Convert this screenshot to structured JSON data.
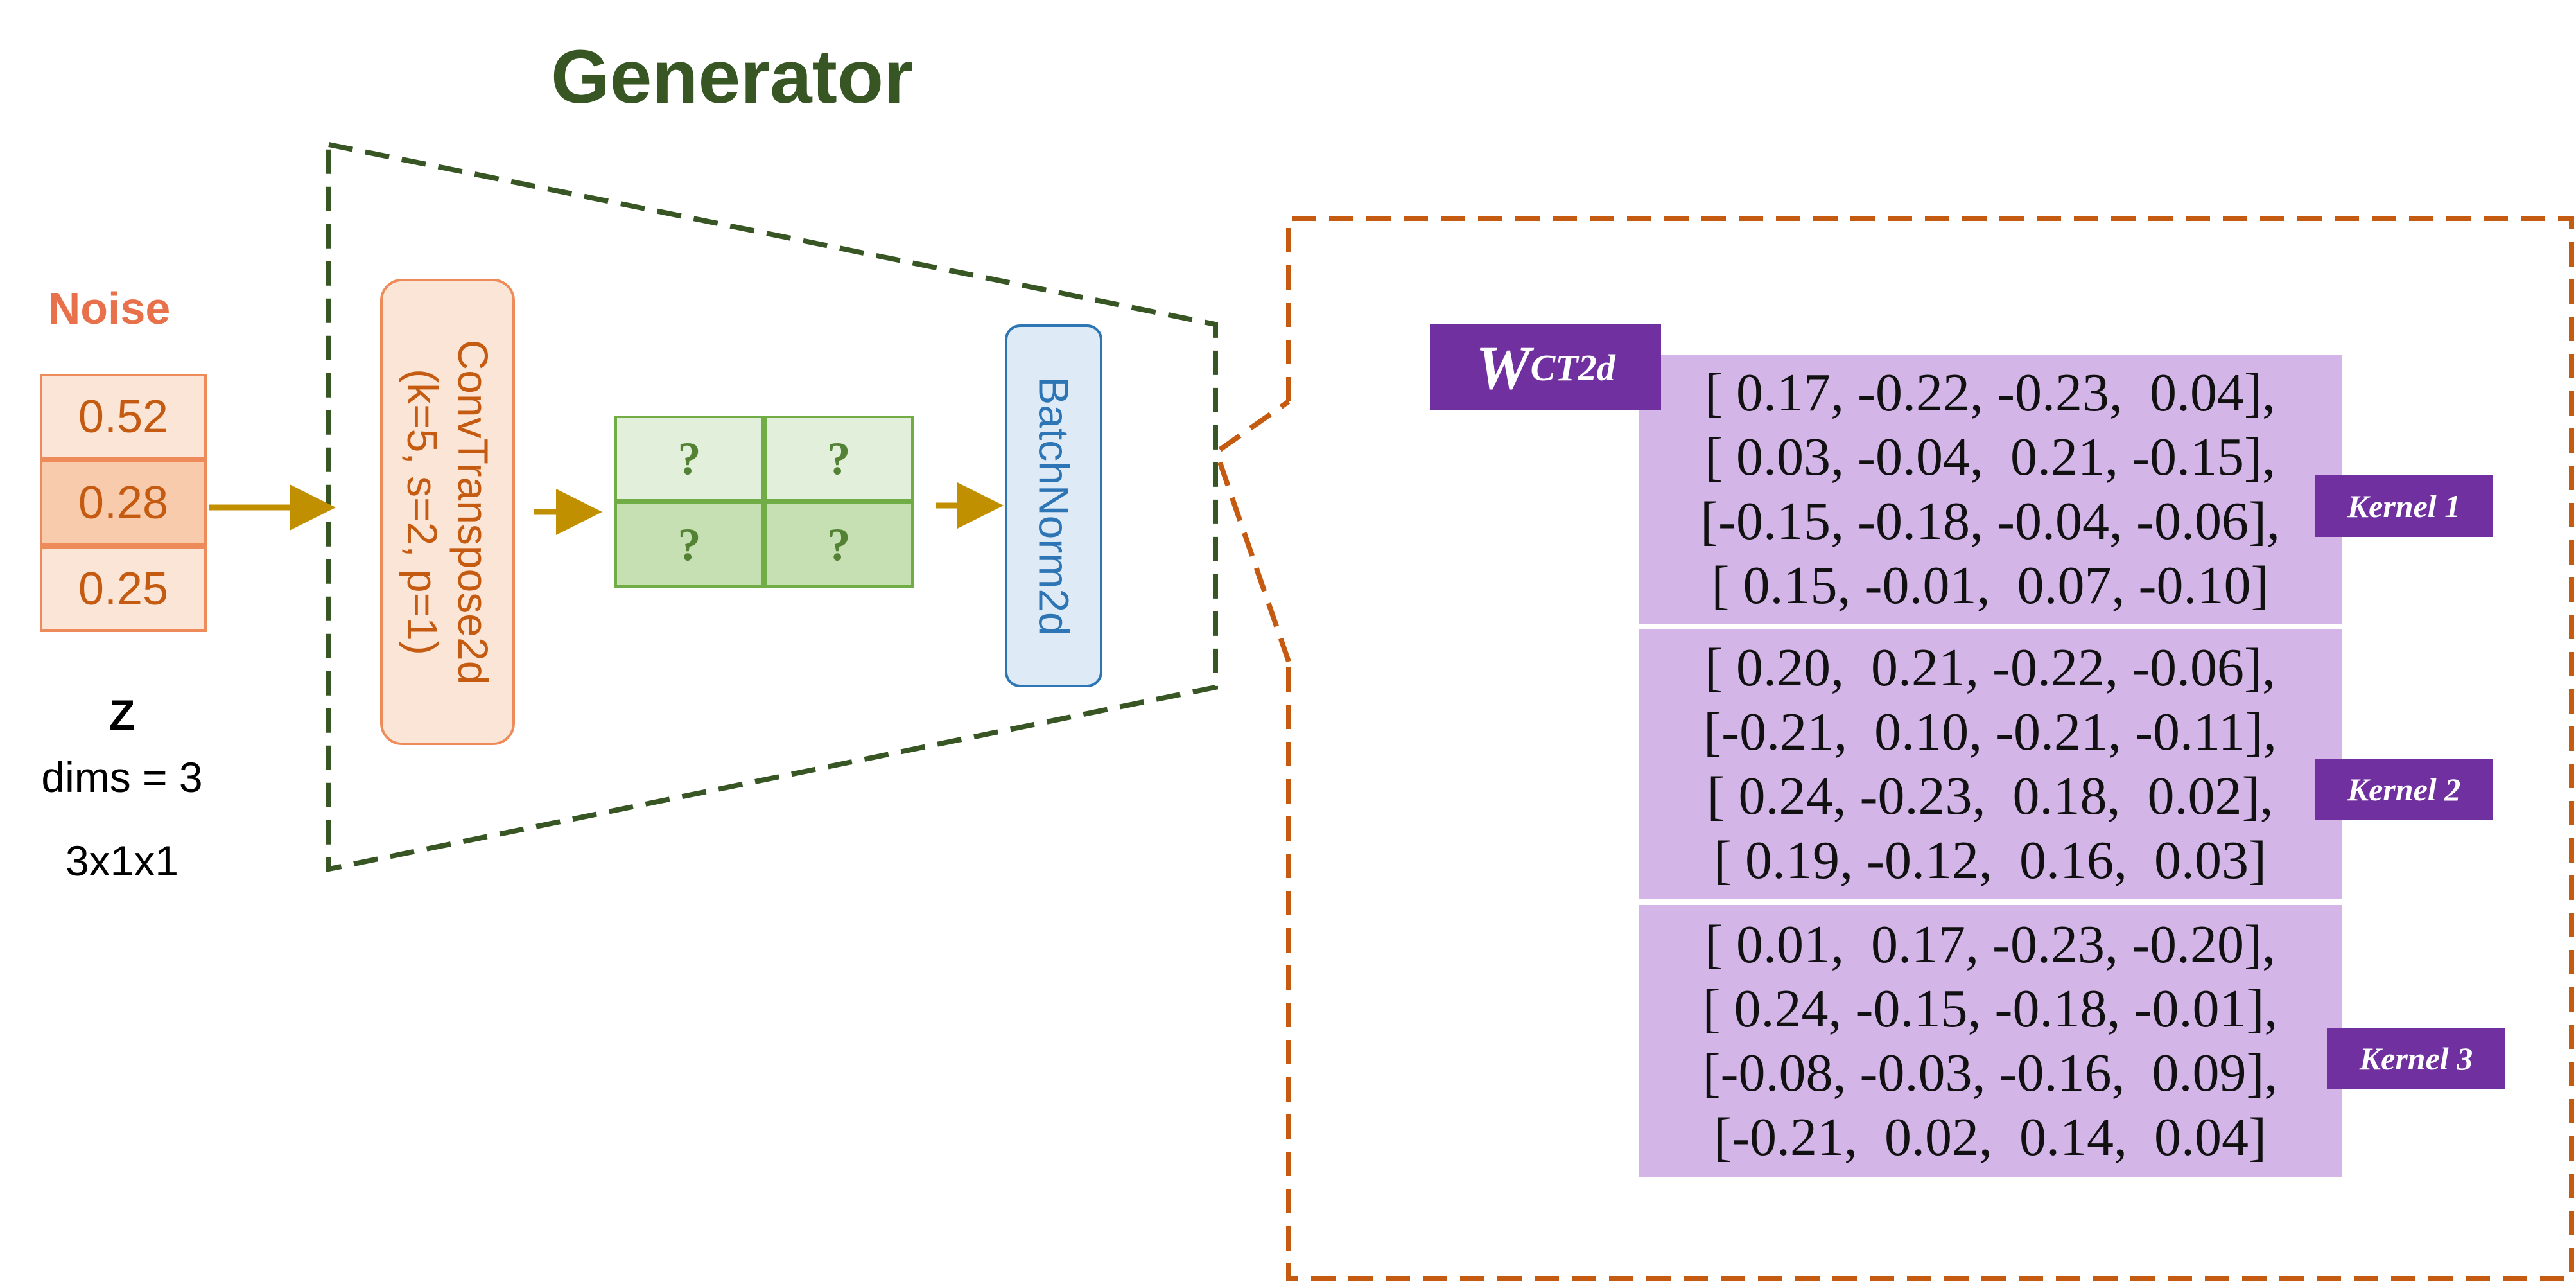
{
  "title": "Generator",
  "noise": {
    "label": "Noise",
    "values": [
      "0.52",
      "0.28",
      "0.25"
    ],
    "z_label": "Z",
    "dims_label": "dims = 3",
    "shape_label": "3x1x1"
  },
  "layers": {
    "conv_name": "ConvTranspose2d",
    "conv_params": "(k=5, s=2, p=1)",
    "batchnorm": "BatchNorm2d"
  },
  "output_grid": [
    "?",
    "?",
    "?",
    "?"
  ],
  "weights": {
    "label_main": "W",
    "label_sub": "CT2d",
    "kernels": [
      {
        "label": "Kernel 1",
        "rows": [
          "[ 0.17, -0.22, -0.23,  0.04],",
          "[ 0.03, -0.04,  0.21, -0.15],",
          "[-0.15, -0.18, -0.04, -0.06],",
          "[ 0.15, -0.01,  0.07, -0.10]"
        ]
      },
      {
        "label": "Kernel 2",
        "rows": [
          "[ 0.20,  0.21, -0.22, -0.06],",
          "[-0.21,  0.10, -0.21, -0.11],",
          "[ 0.24, -0.23,  0.18,  0.02],",
          "[ 0.19, -0.12,  0.16,  0.03]"
        ]
      },
      {
        "label": "Kernel 3",
        "rows": [
          "[ 0.01,  0.17, -0.23, -0.20],",
          "[ 0.24, -0.15, -0.18, -0.01],",
          "[-0.08, -0.03, -0.16,  0.09],",
          "[-0.21,  0.02,  0.14,  0.04]"
        ]
      }
    ]
  },
  "colors": {
    "generator": "#375623",
    "noise": "#e8704a",
    "conv": "#c55a11",
    "batchnorm": "#2e75b6",
    "grid": "#70ad47",
    "kernel": "#7030a0",
    "arrow": "#c09000",
    "zoom_border": "#c55a11"
  }
}
